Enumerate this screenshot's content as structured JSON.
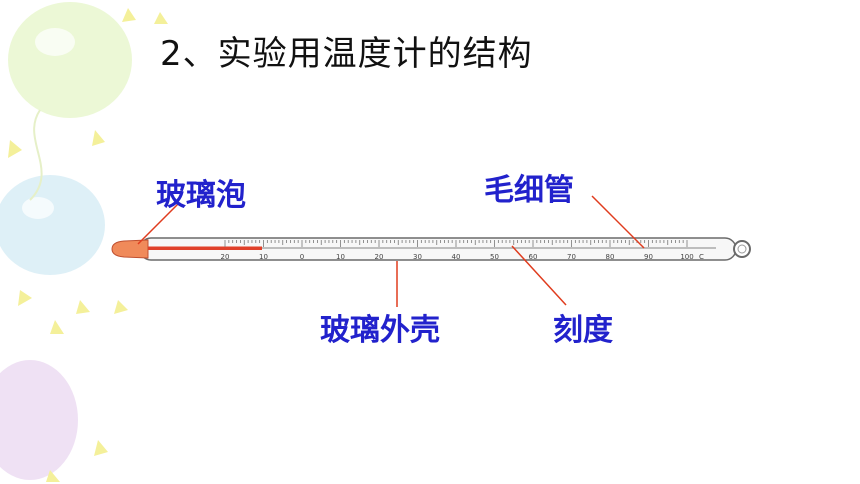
{
  "slide": {
    "title": "2、实验用温度计的结构"
  },
  "labels": {
    "bulb": "玻璃泡",
    "capillary": "毛细管",
    "shell": "玻璃外壳",
    "scale": "刻度"
  },
  "scale_numbers": [
    "20",
    "10",
    "0",
    "10",
    "20",
    "30",
    "40",
    "50",
    "60",
    "70",
    "80",
    "90",
    "100"
  ],
  "unit": "C",
  "colors": {
    "label": "#2222cc",
    "leader_line": "#e03c1e",
    "bulb": "#f08a5a",
    "liquid": "#e0402a"
  }
}
